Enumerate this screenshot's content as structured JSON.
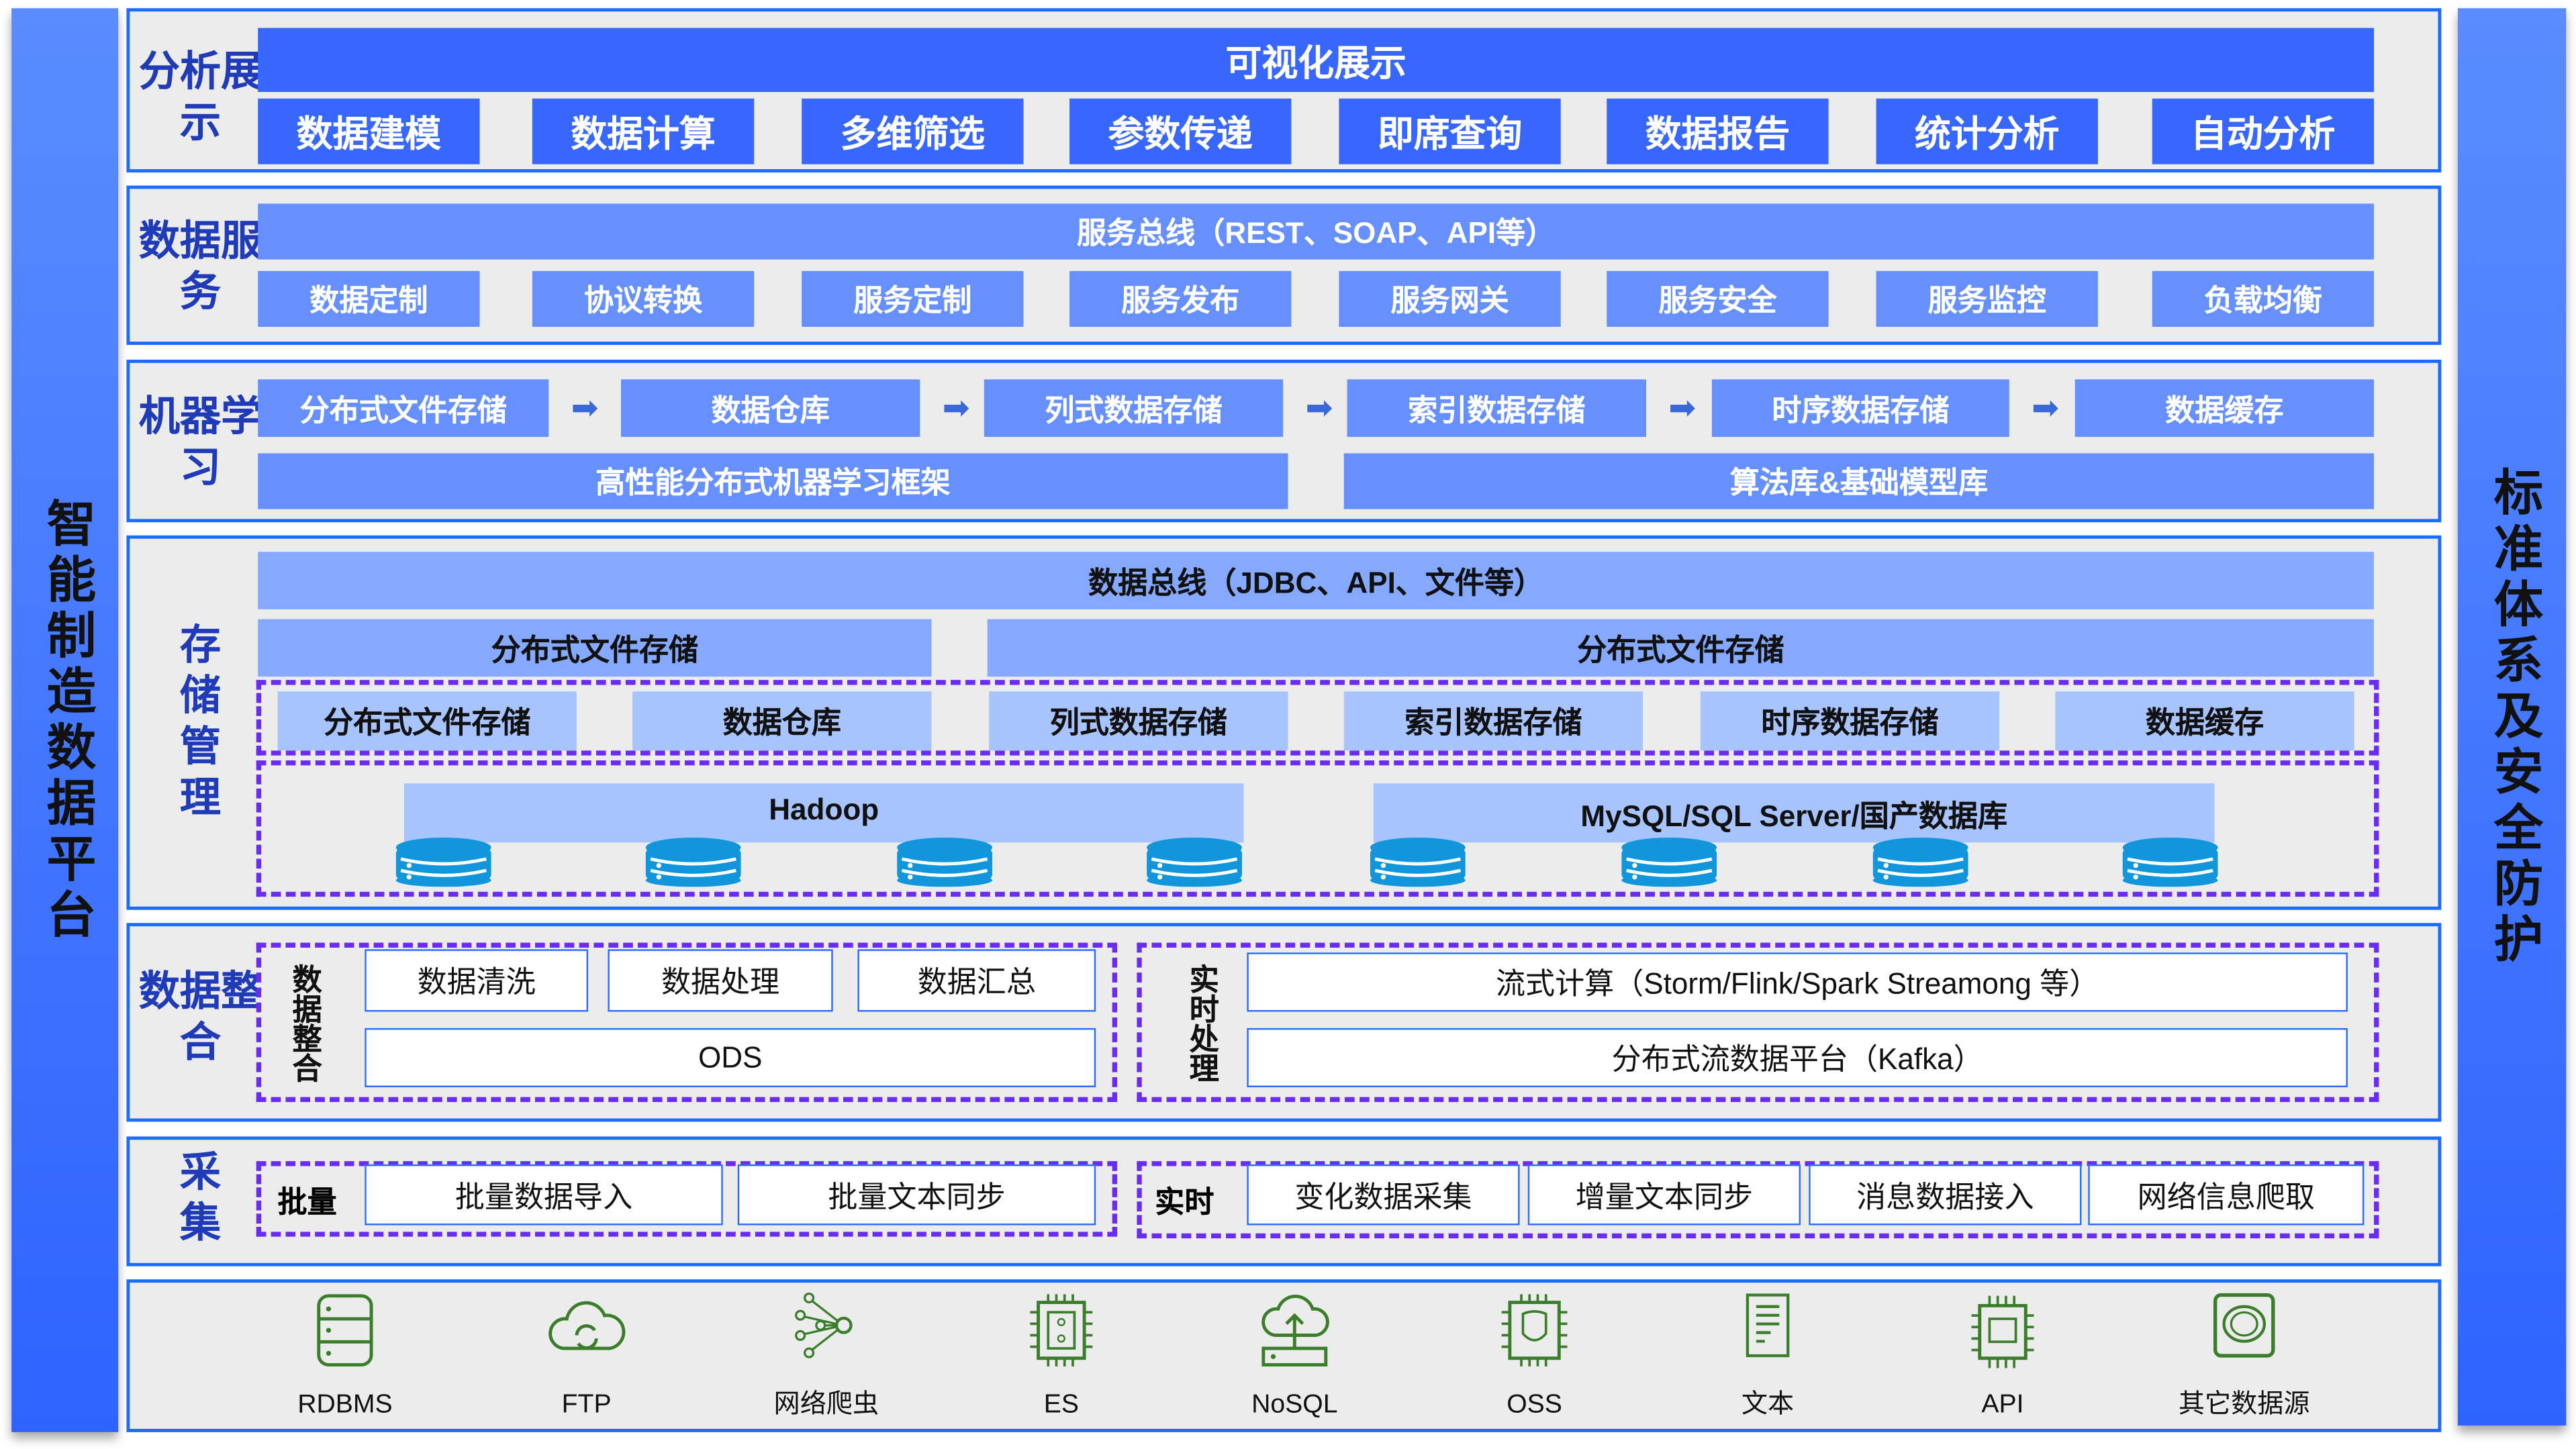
{
  "left_bar": "智能制造数据平台",
  "right_bar": "标准体系及安全防护",
  "analysis": {
    "label": "分析展示",
    "header": "可视化展示",
    "items": [
      "数据建模",
      "数据计算",
      "多维筛选",
      "参数传递",
      "即席查询",
      "数据报告",
      "统计分析",
      "自动分析"
    ]
  },
  "service": {
    "label": "数据服务",
    "header": "服务总线（REST、SOAP、API等）",
    "items": [
      "数据定制",
      "协议转换",
      "服务定制",
      "服务发布",
      "服务网关",
      "服务安全",
      "服务监控",
      "负载均衡"
    ]
  },
  "ml": {
    "label": "机器学习",
    "pipeline": [
      "分布式文件存储",
      "数据仓库",
      "列式数据存储",
      "索引数据存储",
      "时序数据存储",
      "数据缓存"
    ],
    "frameworks": [
      "高性能分布式机器学习框架",
      "算法库&基础模型库"
    ]
  },
  "storage": {
    "label": "存储管理",
    "bus": "数据总线（JDBC、API、文件等）",
    "groups": [
      "分布式文件存储",
      "分布式文件存储"
    ],
    "types": [
      "分布式文件存储",
      "数据仓库",
      "列式数据存储",
      "索引数据存储",
      "时序数据存储",
      "数据缓存"
    ],
    "engines": [
      "Hadoop",
      "MySQL/SQL Server/国产数据库"
    ]
  },
  "integration": {
    "label": "数据整合",
    "batch": {
      "label": "数据整合",
      "items": [
        "数据清洗",
        "数据处理",
        "数据汇总"
      ],
      "base": "ODS"
    },
    "realtime": {
      "label": "实时处理",
      "items": [
        "流式计算（Storm/Flink/Spark Streamong 等）",
        "分布式流数据平台（Kafka）"
      ]
    }
  },
  "collection": {
    "label": "采集",
    "batch": {
      "label": "批量",
      "items": [
        "批量数据导入",
        "批量文本同步"
      ]
    },
    "realtime": {
      "label": "实时",
      "items": [
        "变化数据采集",
        "增量文本同步",
        "消息数据接入",
        "网络信息爬取"
      ]
    }
  },
  "sources": [
    {
      "label": "RDBMS",
      "icon": "database-icon"
    },
    {
      "label": "FTP",
      "icon": "cloud-sync-icon"
    },
    {
      "label": "网络爬虫",
      "icon": "network-icon"
    },
    {
      "label": "ES",
      "icon": "chip-icon"
    },
    {
      "label": "NoSQL",
      "icon": "cloud-upload-icon"
    },
    {
      "label": "OSS",
      "icon": "shield-chip-icon"
    },
    {
      "label": "文本",
      "icon": "document-icon"
    },
    {
      "label": "API",
      "icon": "api-chip-icon"
    },
    {
      "label": "其它数据源",
      "icon": "other-source-icon"
    }
  ],
  "colors": {
    "primary": "#3767ff",
    "service": "#6690ff",
    "storage": "#84a9ff",
    "light": "#a8c4ff",
    "dash": "#6a2cf0",
    "icon": "#3a7d2a",
    "disk": "#1296db"
  }
}
